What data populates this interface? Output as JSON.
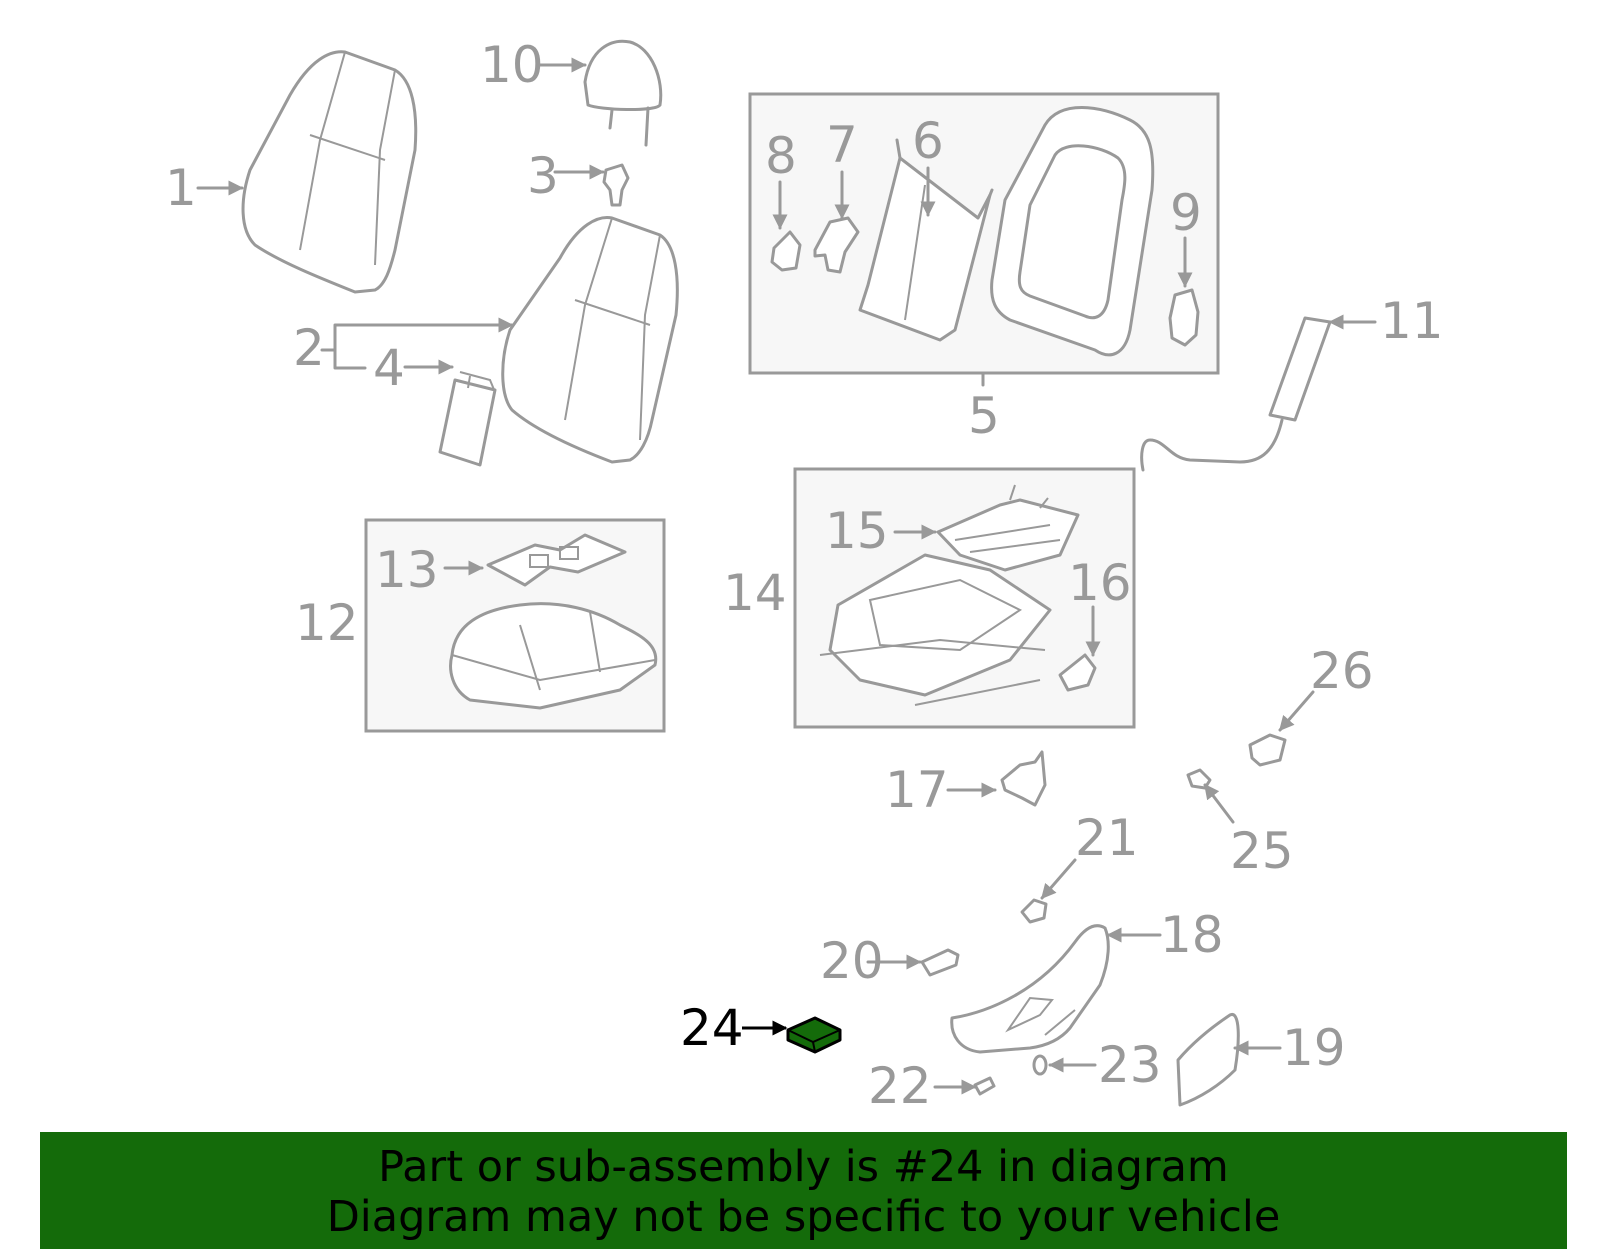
{
  "labels": {
    "c1": "1",
    "c2": "2",
    "c3": "3",
    "c4": "4",
    "c5": "5",
    "c6": "6",
    "c7": "7",
    "c8": "8",
    "c9": "9",
    "c10": "10",
    "c11": "11",
    "c12": "12",
    "c13": "13",
    "c14": "14",
    "c15": "15",
    "c16": "16",
    "c17": "17",
    "c18": "18",
    "c19": "19",
    "c20": "20",
    "c21": "21",
    "c22": "22",
    "c23": "23",
    "c24": "24",
    "c25": "25",
    "c26": "26"
  },
  "highlight_part": "24",
  "colors": {
    "highlight": "#146b0a",
    "line": "#999999",
    "banner_bg": "#146b0a"
  },
  "banner": {
    "line1": "Part or sub-assembly is #24 in diagram",
    "line2": "Diagram may not be specific to your vehicle"
  }
}
